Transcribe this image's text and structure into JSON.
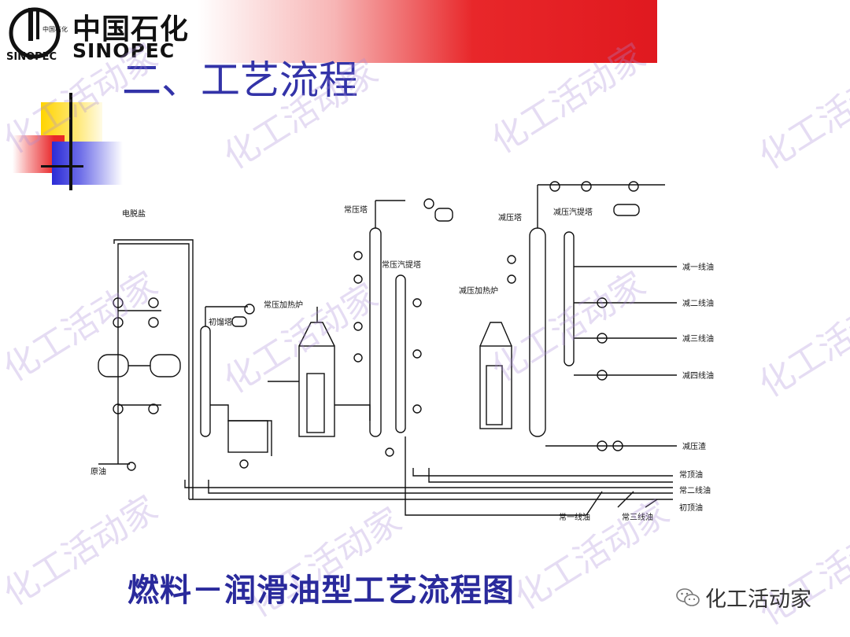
{
  "header": {
    "logo_cn": "中国石化",
    "logo_en": "SINOPEC",
    "logo_badge": "中国石化",
    "logo_badge_en": "SINOPEC"
  },
  "page_title": "二、工艺流程",
  "diagram": {
    "labels": {
      "desalting": "电脱盐",
      "crude_oil": "原油",
      "flash_tower": "初馏塔",
      "atm_heater": "常压加热炉",
      "atm_tower": "常压塔",
      "atm_stripper": "常压汽提塔",
      "vac_heater": "减压加热炉",
      "vac_tower": "减压塔",
      "vac_stripper": "减压汽提塔"
    },
    "outputs": {
      "vac_1": "减一线油",
      "vac_2": "减二线油",
      "vac_3": "减三线油",
      "vac_4": "减四线油",
      "vac_residue": "减压渣",
      "atm_top": "常顶油",
      "atm_2": "常二线油",
      "flash_top": "初顶油",
      "atm_1": "常一线油",
      "atm_3": "常三线油"
    }
  },
  "caption": "燃料－润滑油型工艺流程图",
  "brand": {
    "name": "化工活动家",
    "icon": "wechat-icon"
  },
  "watermark": "化工活动家",
  "colors": {
    "title": "#3333a8",
    "caption": "#2a2a9c",
    "header_red": "#e0191f",
    "watermark": "#b99ce0"
  }
}
